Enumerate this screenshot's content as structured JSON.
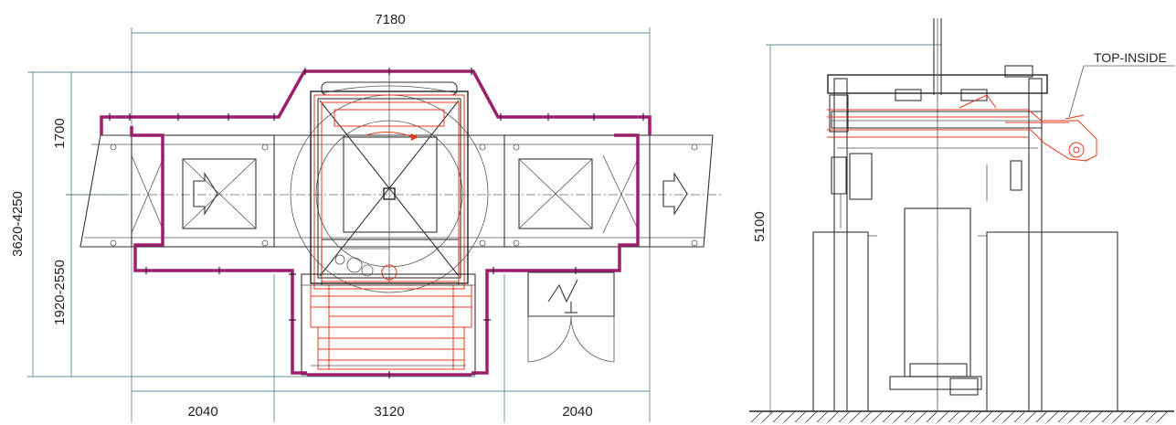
{
  "plan_view": {
    "dim_total_width": "7180",
    "dim_total_depth": "3620-4250",
    "dim_upper_depth": "1700",
    "dim_lower_depth": "1920-2550",
    "dim_left_conveyor": "2040",
    "dim_center_machine": "3120",
    "dim_right_conveyor": "2040"
  },
  "side_view": {
    "dim_height": "5100",
    "callout_label": "TOP-INSIDE"
  },
  "colors": {
    "fence": "#9b1f6a",
    "machine_overlay": "#e8381c",
    "dimension_lines": "#5f8d97",
    "structure": "#333333"
  }
}
